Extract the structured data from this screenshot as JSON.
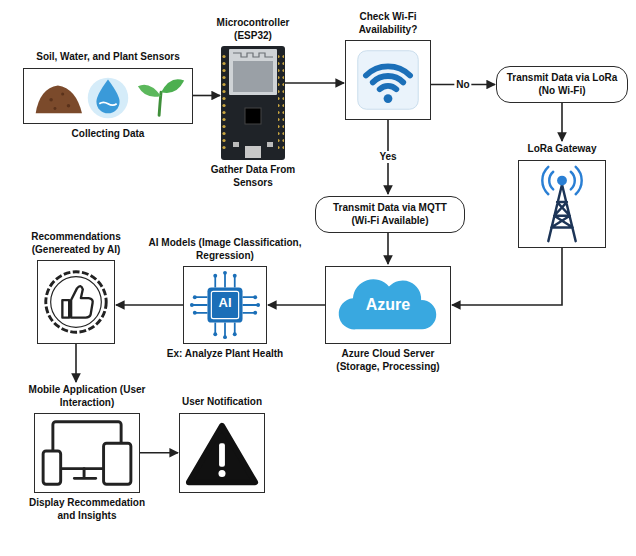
{
  "diagram": {
    "nodes": [
      {
        "text": [
          "Soil, Water, and Plant Sensors",
          "Collecting Data"
        ]
      },
      {
        "text": [
          "Microcontroller (ESP32)",
          "Gather Data From Sensors"
        ]
      },
      {
        "text": [
          "Check Wi-Fi Availability?"
        ]
      },
      {
        "text": [
          "Transmit Data via LoRa (No Wi-Fi)"
        ]
      },
      {
        "text": [
          "LoRa Gateway"
        ]
      },
      {
        "text": [
          "Transmit Data via MQTT (Wi-Fi Available)"
        ]
      },
      {
        "text": [
          "Azure",
          "Azure Cloud Server (Storage, Processing)"
        ]
      },
      {
        "text": [
          "AI Models (Image Classification, Regression)",
          "AI",
          "Ex: Analyze Plant Health"
        ]
      },
      {
        "text": [
          "Recommendations (Genereated by AI)"
        ]
      },
      {
        "text": [
          "Mobile Application (User Interaction)",
          "Display Recommedation and Insights"
        ]
      },
      {
        "text": [
          "User Notification"
        ]
      }
    ],
    "edges": [
      {
        "from": 0,
        "to": 1,
        "arrow": "to"
      },
      {
        "from": 1,
        "to": 2,
        "arrow": "to"
      },
      {
        "from": 2,
        "to": 3,
        "label": "No",
        "arrow": "to"
      },
      {
        "from": 2,
        "to": 5,
        "label": "Yes",
        "arrow": "to"
      },
      {
        "from": 3,
        "to": 4,
        "arrow": "to"
      },
      {
        "from": 4,
        "to": 6,
        "arrow": "to"
      },
      {
        "from": 5,
        "to": 6,
        "arrow": "to"
      },
      {
        "from": 6,
        "to": 7,
        "arrow": "to"
      },
      {
        "from": 7,
        "to": 8,
        "arrow": "to"
      },
      {
        "from": 8,
        "to": 9,
        "arrow": "to"
      },
      {
        "from": 9,
        "to": 10,
        "arrow": "to"
      }
    ]
  }
}
